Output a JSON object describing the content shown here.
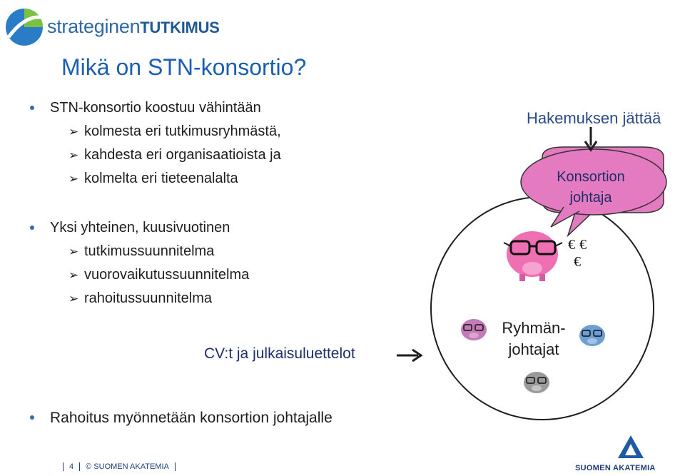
{
  "logo": {
    "part1": "strateginen",
    "part2": "TUTKIMUS"
  },
  "slide_title": "Mikä on STN-konsortio?",
  "bullet1": {
    "text": "STN-konsortio koostuu vähintään",
    "items": [
      "kolmesta eri tutkimusryhmästä,",
      "kahdesta eri organisaatioista ja",
      "kolmelta eri tieteenalalta"
    ]
  },
  "bullet2": {
    "text": "Yksi yhteinen, kuusivuotinen",
    "items": [
      "tutkimussuunnitelma",
      "vuorovaikutussuunnitelma",
      "rahoitussuunnitelma"
    ]
  },
  "diagram": {
    "hakemus_label": "Hakemuksen jättää",
    "bubble_line1": "Konsortion",
    "bubble_line2": "johtaja",
    "euro_symbol": "€",
    "cv_label": "CV:t ja julkaisuluettelot",
    "ryhma_line1": "Ryhmän-",
    "ryhma_line2": "johtajat"
  },
  "bullet3": "Rahoitus myönnetään konsortion johtajalle",
  "footer": {
    "page_number": "4",
    "copyright": "©",
    "org": "SUOMEN AKATEMIA"
  },
  "corner_logo_text": "SUOMEN AKATEMIA",
  "colors": {
    "title": "#1a5fb4",
    "bubble": "#e47ac0",
    "pig_pink": "#ef6fb3"
  }
}
